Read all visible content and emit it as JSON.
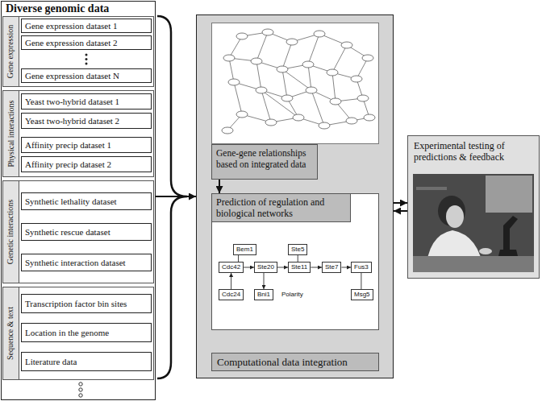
{
  "diagram": {
    "nodes": [
      {
        "text": [
          "Diverse genomic data"
        ]
      },
      {
        "text": [
          "Gene expression"
        ],
        "in": 0
      },
      {
        "text": [
          "Gene expression dataset 1"
        ],
        "in": 1
      },
      {
        "text": [
          "Gene expression dataset 2"
        ],
        "in": 1
      },
      {
        "text": [
          "Gene expression dataset N"
        ],
        "in": 1
      },
      {
        "text": [
          "Physical interactions"
        ],
        "in": 0
      },
      {
        "text": [
          "Yeast two-hybrid dataset 1"
        ],
        "in": 5
      },
      {
        "text": [
          "Yeast two-hybrid dataset 2"
        ],
        "in": 5
      },
      {
        "text": [
          "Affinity precip dataset 1"
        ],
        "in": 5
      },
      {
        "text": [
          "Affinity precip dataset 2"
        ],
        "in": 5
      },
      {
        "text": [
          "Genetic interactions"
        ],
        "in": 0
      },
      {
        "text": [
          "Synthetic lethality dataset"
        ],
        "in": 10
      },
      {
        "text": [
          "Synthetic rescue dataset"
        ],
        "in": 10
      },
      {
        "text": [
          "Synthetic interaction dataset"
        ],
        "in": 10
      },
      {
        "text": [
          "Sequence & text"
        ],
        "in": 0
      },
      {
        "text": [
          "Transcription factor bin sites"
        ],
        "in": 14
      },
      {
        "text": [
          "Location in the genome"
        ],
        "in": 14
      },
      {
        "text": [
          "Literature data"
        ],
        "in": 14
      },
      {
        "text": [
          "Computational data integration"
        ]
      },
      {
        "text": [
          "Gene-gene relationships based on integrated data"
        ],
        "in": 18
      },
      {
        "text": [
          "Prediction of regulation and biological networks"
        ],
        "in": 18
      },
      {
        "text": [
          "Bem1"
        ],
        "in": 20
      },
      {
        "text": [
          "Cdc42"
        ],
        "in": 20
      },
      {
        "text": [
          "Cdc24"
        ],
        "in": 20
      },
      {
        "text": [
          "Ste20"
        ],
        "in": 20
      },
      {
        "text": [
          "Bni1"
        ],
        "in": 20
      },
      {
        "text": [
          "Ste5"
        ],
        "in": 20
      },
      {
        "text": [
          "Ste11"
        ],
        "in": 20
      },
      {
        "text": [
          "Ste7"
        ],
        "in": 20
      },
      {
        "text": [
          "Fus3"
        ],
        "in": 20
      },
      {
        "text": [
          "Msg5"
        ],
        "in": 20
      },
      {
        "text": [
          "Experimental testing of predictions & feedback"
        ]
      }
    ],
    "edges": [
      {
        "from": 0,
        "to": 18,
        "arrow": "to"
      },
      {
        "from": 19,
        "to": 20,
        "arrow": "to"
      },
      {
        "from": 18,
        "to": 31,
        "arrow": "to"
      },
      {
        "from": 31,
        "to": 18,
        "arrow": "to"
      },
      {
        "from": 23,
        "to": 22,
        "arrow": "to"
      },
      {
        "from": 21,
        "to": 22,
        "arrow": "none"
      },
      {
        "from": 22,
        "to": 24,
        "arrow": "to"
      },
      {
        "from": 24,
        "to": 25,
        "arrow": "to"
      },
      {
        "from": 26,
        "to": 27,
        "arrow": "none"
      },
      {
        "from": 24,
        "to": 27,
        "arrow": "to"
      },
      {
        "from": 27,
        "to": 28,
        "arrow": "to"
      },
      {
        "from": 28,
        "to": 29,
        "arrow": "to"
      },
      {
        "from": 30,
        "to": 29,
        "arrow": "none"
      }
    ],
    "labels": [
      "Polarity"
    ]
  }
}
